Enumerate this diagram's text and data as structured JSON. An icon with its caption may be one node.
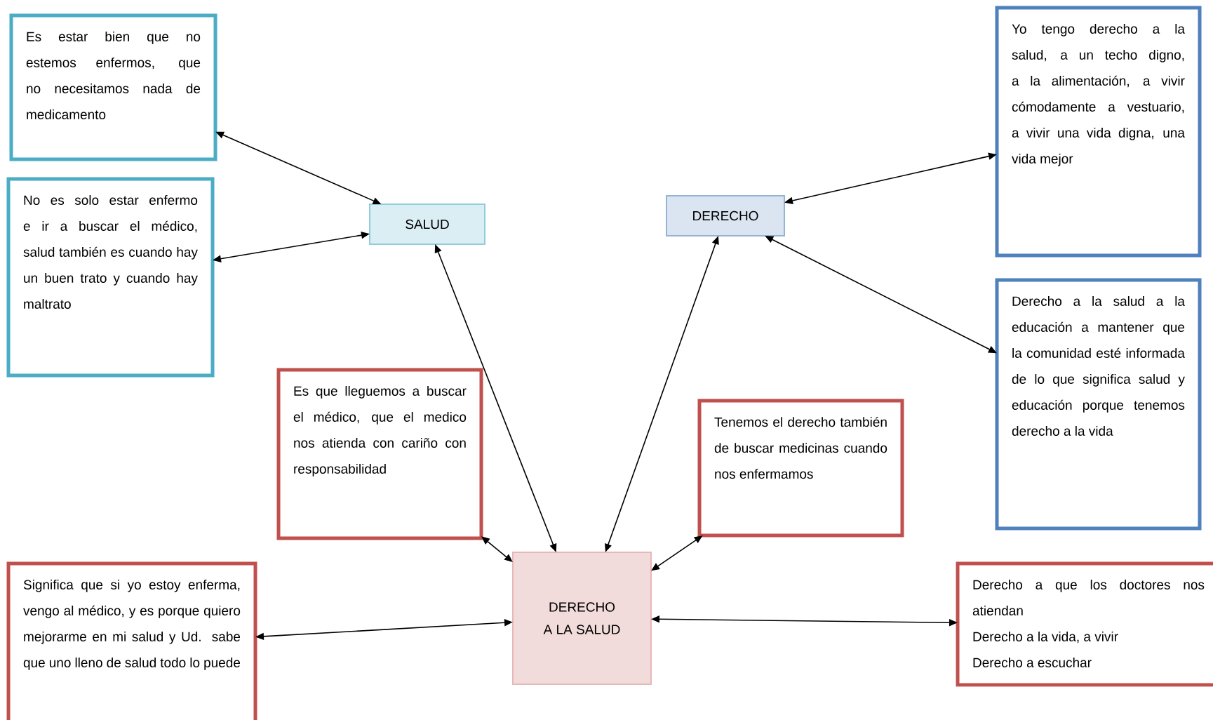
{
  "diagram": {
    "nodes": [
      {
        "text": [
          "Es estar bien que no estemos enfermos, que no necesitamos nada de medicamento"
        ]
      },
      {
        "text": [
          "No es solo estar enfermo e ir a buscar el médico, salud también es cuando hay un buen trato y cuando hay maltrato"
        ]
      },
      {
        "text": [
          "SALUD"
        ]
      },
      {
        "text": [
          "DERECHO"
        ]
      },
      {
        "text": [
          "Yo tengo derecho a la salud, a un techo digno, a la alimentación, a vivir cómodamente a vestuario, a vivir una vida digna, una vida mejor"
        ]
      },
      {
        "text": [
          "Derecho a la salud a la educación a mantener que la comunidad esté informada de lo que significa salud y educación porque tenemos derecho a la vida"
        ]
      },
      {
        "text": [
          "Es que lleguemos a buscar el médico, que el medico nos atienda con cariño con responsabilidad"
        ]
      },
      {
        "text": [
          "Tenemos el derecho también de buscar medicinas cuando nos enfermamos"
        ]
      },
      {
        "text": [
          "DERECHO A LA SALUD"
        ]
      },
      {
        "text": [
          "Significa que si yo estoy enferma, vengo al médico, y es porque quiero mejorarme en mi salud y Ud. sabe que uno lleno de salud todo lo puede"
        ]
      },
      {
        "text": [
          "Derecho a que los doctores nos atiendan",
          "Derecho a la vida, a vivir",
          "Derecho a escuchar"
        ]
      }
    ],
    "edges": [
      {
        "from": 0,
        "to": 2,
        "arrow": "both"
      },
      {
        "from": 1,
        "to": 2,
        "arrow": "both"
      },
      {
        "from": 2,
        "to": 8,
        "arrow": "both"
      },
      {
        "from": 3,
        "to": 8,
        "arrow": "both"
      },
      {
        "from": 3,
        "to": 4,
        "arrow": "both"
      },
      {
        "from": 3,
        "to": 5,
        "arrow": "both"
      },
      {
        "from": 6,
        "to": 8,
        "arrow": "both"
      },
      {
        "from": 7,
        "to": 8,
        "arrow": "both"
      },
      {
        "from": 9,
        "to": 8,
        "arrow": "both"
      },
      {
        "from": 8,
        "to": 10,
        "arrow": "both"
      }
    ]
  }
}
